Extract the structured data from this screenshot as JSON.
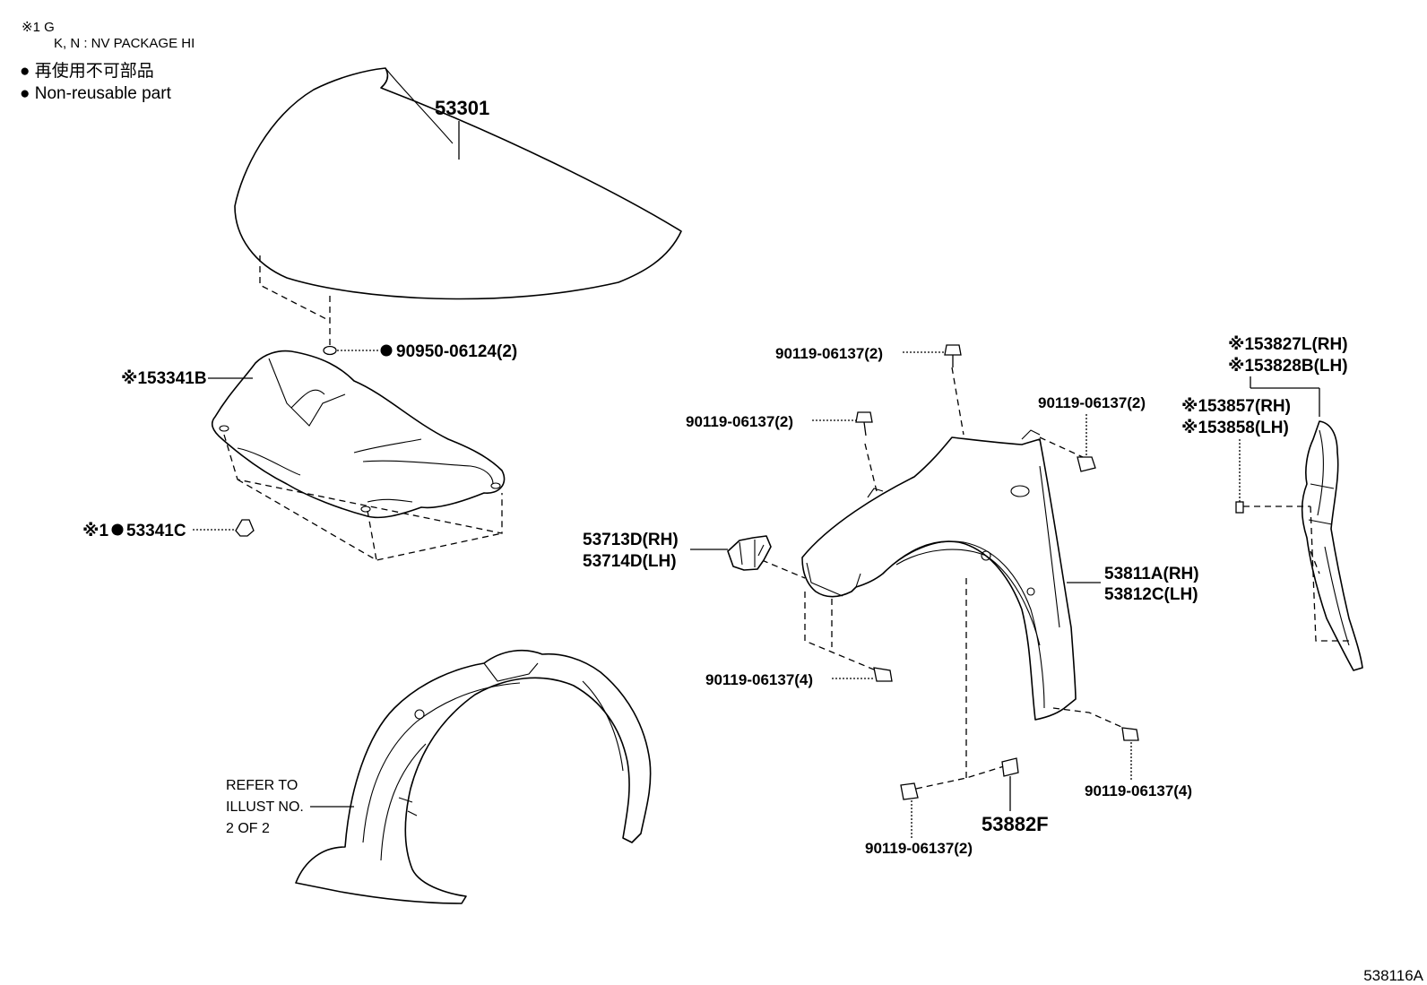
{
  "notes": {
    "line1": "※1 G",
    "line2": "K, N : NV PACKAGE HI",
    "legend_jp": "再使用不可部品",
    "legend_en": "Non-reusable part"
  },
  "icons": {
    "bullet": "filled-circle-icon"
  },
  "parts": {
    "hood": "53301",
    "hood_plug": "90950-06124(2)",
    "hood_insulator": "※153341B",
    "insulator_clip_mark": "※1",
    "insulator_clip": "53341C",
    "fender_bolt_top": "90119-06137(2)",
    "fender_bolt_left": "90119-06137(2)",
    "fender_bolt_right": "90119-06137(2)",
    "bracket_rh": "53713D(RH)",
    "bracket_lh": "53714D(LH)",
    "fender_rh": "53811A(RH)",
    "fender_lh": "53812C(LH)",
    "fender_bolt_lower": "90119-06137(4)",
    "fender_bolt_rear": "90119-06137(4)",
    "fender_bolt_bottom": "90119-06137(2)",
    "fender_pad": "53882F",
    "seal_upper_rh": "※153827L(RH)",
    "seal_upper_lh": "※153828B(LH)",
    "seal_rh": "※153857(RH)",
    "seal_lh": "※153858(LH)"
  },
  "refer": {
    "line1": "REFER TO",
    "line2": "ILLUST NO.",
    "line3": "2 OF 2"
  },
  "diagram_id": "538116A"
}
